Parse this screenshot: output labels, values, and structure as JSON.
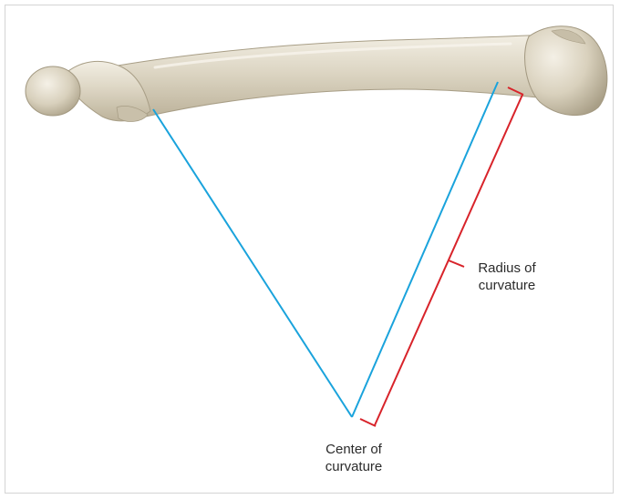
{
  "labels": {
    "radius": {
      "line1": "Radius of",
      "line2": "curvature"
    },
    "center": {
      "line1": "Center of",
      "line2": "curvature"
    }
  },
  "colors": {
    "radius_lines": "#1aa3dc",
    "radius_bracket": "#d8232a",
    "bone_fill": "#ddd6c4",
    "bone_shadow": "#b7ad96",
    "bone_highlight": "#f4f0e6"
  }
}
